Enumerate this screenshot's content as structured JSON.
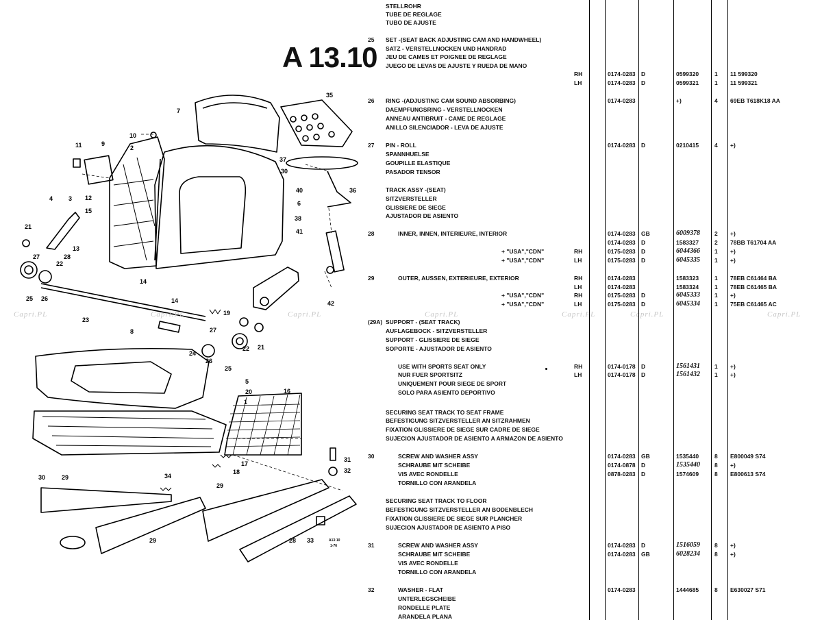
{
  "page": {
    "title": "A 13.10"
  },
  "watermark": "Capri.PL",
  "callouts": [
    "7",
    "35",
    "10",
    "11",
    "9",
    "2",
    "37",
    "30",
    "40",
    "36",
    "6",
    "4",
    "3",
    "12",
    "15",
    "38",
    "41",
    "21",
    "27",
    "22",
    "13",
    "28",
    "14",
    "25",
    "26",
    "23",
    "42",
    "14",
    "19",
    "27",
    "8",
    "24",
    "26",
    "22",
    "21",
    "25",
    "5",
    "20",
    "1",
    "16",
    "31",
    "32",
    "18",
    "17",
    "34",
    "30",
    "29",
    "29",
    "28",
    "33",
    "29"
  ],
  "stamp": [
    "A13·10",
    "1-76"
  ],
  "rows": [
    {
      "desc": "STELLROHR"
    },
    {
      "desc": "TUBE DE REGLAGE"
    },
    {
      "desc": "TUBO DE AJUSTE"
    },
    {
      "ref": "25",
      "desc": "SET -(SEAT BACK ADJUSTING CAM AND HANDWHEEL)"
    },
    {
      "desc": "SATZ - VERSTELLNOCKEN UND HANDRAD"
    },
    {
      "desc": "JEU DE CAMES ET POIGNEE DE REGLAGE"
    },
    {
      "desc": "JUEGO DE LEVAS DE AJUSTE Y RUEDA DE MANO"
    },
    {
      "side": "RH",
      "ser": "0174-0283",
      "src": "D",
      "part": "0599320",
      "qty": "1",
      "fin": "11 599320"
    },
    {
      "side": "LH",
      "ser": "0174-0283",
      "src": "D",
      "part": "0599321",
      "qty": "1",
      "fin": "11 599321"
    },
    {
      "ref": "26",
      "desc": "RING -(ADJUSTING CAM SOUND ABSORBING)",
      "ser": "0174-0283",
      "part": "+)",
      "qty": "4",
      "fin": "69EB T618K18 AA"
    },
    {
      "desc": "DAEMPFUNGSRING - VERSTELLNOCKEN"
    },
    {
      "desc": "ANNEAU ANTIBRUIT - CAME DE REGLAGE"
    },
    {
      "desc": "ANILLO SILENCIADOR - LEVA DE AJUSTE"
    },
    {
      "ref": "27",
      "desc": "PIN - ROLL",
      "ser": "0174-0283",
      "src": "D",
      "part": "0210415",
      "qty": "4",
      "fin": "+)"
    },
    {
      "desc": "SPANNHUELSE"
    },
    {
      "desc": "GOUPILLE ELASTIQUE"
    },
    {
      "desc": "PASADOR TENSOR"
    },
    {
      "desc": "TRACK ASSY -(SEAT)"
    },
    {
      "desc": "SITZVERSTELLER"
    },
    {
      "desc": "GLISSIERE DE SIEGE"
    },
    {
      "desc": "AJUSTADOR DE ASIENTO"
    },
    {
      "ref": "28",
      "desc": "INNER, INNEN, INTERIEURE, INTERIOR",
      "ser": "0174-0283",
      "src": "GB",
      "part": "6009378",
      "qty": "2",
      "fin": "+)"
    },
    {
      "ser": "0174-0283",
      "src": "D",
      "part": "1583327",
      "qty": "2",
      "fin": "78BB T61704 AA"
    },
    {
      "usa": "+ \"USA\",\"CDN\"",
      "side": "RH",
      "ser": "0175-0283",
      "src": "D",
      "part": "6044366",
      "qty": "1",
      "fin": "+)"
    },
    {
      "usa": "+ \"USA\",\"CDN\"",
      "side": "LH",
      "ser": "0175-0283",
      "src": "D",
      "part": "6045335",
      "qty": "1",
      "fin": "+)"
    },
    {
      "ref": "29",
      "desc": "OUTER, AUSSEN, EXTERIEURE, EXTERIOR",
      "side": "RH",
      "ser": "0174-0283",
      "part": "1583323",
      "qty": "1",
      "fin": "78EB C61464 BA"
    },
    {
      "side": "LH",
      "ser": "0174-0283",
      "part": "1583324",
      "qty": "1",
      "fin": "78EB C61465 BA"
    },
    {
      "usa": "+ \"USA\",\"CDN\"",
      "side": "RH",
      "ser": "0175-0283",
      "src": "D",
      "part": "6045333",
      "qty": "1",
      "fin": "+)"
    },
    {
      "usa": "+ \"USA\",\"CDN\"",
      "side": "LH",
      "ser": "0175-0283",
      "src": "D",
      "part": "6045334",
      "qty": "1",
      "fin": "75EB C61465 AC"
    },
    {
      "ref": "(29A)",
      "desc": "SUPPORT - (SEAT TRACK)"
    },
    {
      "desc": "AUFLAGEBOCK - SITZVERSTELLER"
    },
    {
      "desc": "SUPPORT - GLISSIERE DE SIEGE"
    },
    {
      "desc": "SOPORTE - AJUSTADOR DE ASIENTO"
    },
    {
      "desc": "USE WITH SPORTS SEAT ONLY",
      "side": "RH",
      "ser": "0174-0178",
      "src": "D",
      "part": "1561431",
      "qty": "1",
      "fin": "+)"
    },
    {
      "desc": "NUR FUER SPORTSITZ",
      "side": "LH",
      "ser": "0174-0178",
      "src": "D",
      "part": "1561432",
      "qty": "1",
      "fin": "+)"
    },
    {
      "desc": "UNIQUEMENT POUR SIEGE DE SPORT"
    },
    {
      "desc": "SOLO PARA ASIENTO DEPORTIVO"
    },
    {
      "desc": "SECURING SEAT TRACK TO SEAT FRAME"
    },
    {
      "desc": "BEFESTIGUNG SITZVERSTELLER AN SITZRAHMEN"
    },
    {
      "desc": "FIXATION GLISSIERE DE SIEGE SUR CADRE DE SIEGE"
    },
    {
      "desc": "SUJECION AJUSTADOR DE ASIENTO A ARMAZON DE ASIENTO"
    },
    {
      "ref": "30",
      "desc": "SCREW AND WASHER ASSY",
      "ser": "0174-0283",
      "src": "GB",
      "part": "1535440",
      "qty": "8",
      "fin": "E800049 S74"
    },
    {
      "desc": "SCHRAUBE MIT SCHEIBE",
      "ser": "0174-0878",
      "src": "D",
      "part": "1535440",
      "qty": "8",
      "fin": "+)"
    },
    {
      "desc": "VIS AVEC RONDELLE",
      "ser": "0878-0283",
      "src": "D",
      "part": "1574609",
      "qty": "8",
      "fin": "E800613 S74"
    },
    {
      "desc": "TORNILLO CON ARANDELA"
    },
    {
      "desc": "SECURING SEAT TRACK TO FLOOR"
    },
    {
      "desc": "BEFESTIGUNG SITZVERSTELLER AN BODENBLECH"
    },
    {
      "desc": "FIXATION GLISSIERE DE SIEGE SUR PLANCHER"
    },
    {
      "desc": "SUJECION AJUSTADOR DE ASIENTO A PISO"
    },
    {
      "ref": "31",
      "desc": "SCREW AND WASHER ASSY",
      "ser": "0174-0283",
      "src": "D",
      "part": "1516059",
      "qty": "8",
      "fin": "+)"
    },
    {
      "desc": "SCHRAUBE MIT SCHEIBE",
      "ser": "0174-0283",
      "src": "GB",
      "part": "6028234",
      "qty": "8",
      "fin": "+)"
    },
    {
      "desc": "VIS AVEC RONDELLE"
    },
    {
      "desc": "TORNILLO CON ARANDELA"
    },
    {
      "ref": "32",
      "desc": "WASHER - FLAT",
      "ser": "0174-0283",
      "part": "1444685",
      "qty": "8",
      "fin": "E630027 S71"
    },
    {
      "desc": "UNTERLEGSCHEIBE"
    },
    {
      "desc": "RONDELLE PLATE"
    },
    {
      "desc": "ARANDELA PLANA"
    }
  ]
}
